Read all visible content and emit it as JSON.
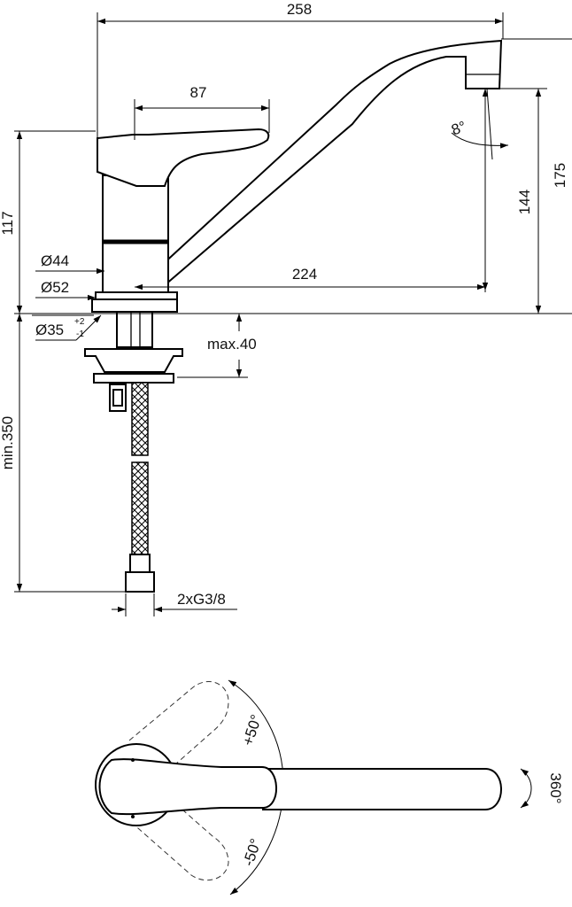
{
  "dimensions": {
    "total_width": "258",
    "lever_width": "87",
    "spout_reach": "224",
    "body_height": "117",
    "spout_height": "144",
    "total_height": "175",
    "spout_angle": "8°",
    "diameter_44": "Ø44",
    "diameter_52": "Ø52",
    "diameter_35": "Ø35",
    "tolerance_plus": "+2",
    "tolerance_minus": "-1",
    "max_mounting": "max.40",
    "min_hose": "min.350",
    "connection": "2xG3/8"
  },
  "top_view": {
    "angle_plus": "+50°",
    "angle_minus": "-50°",
    "rotation": "360°"
  }
}
